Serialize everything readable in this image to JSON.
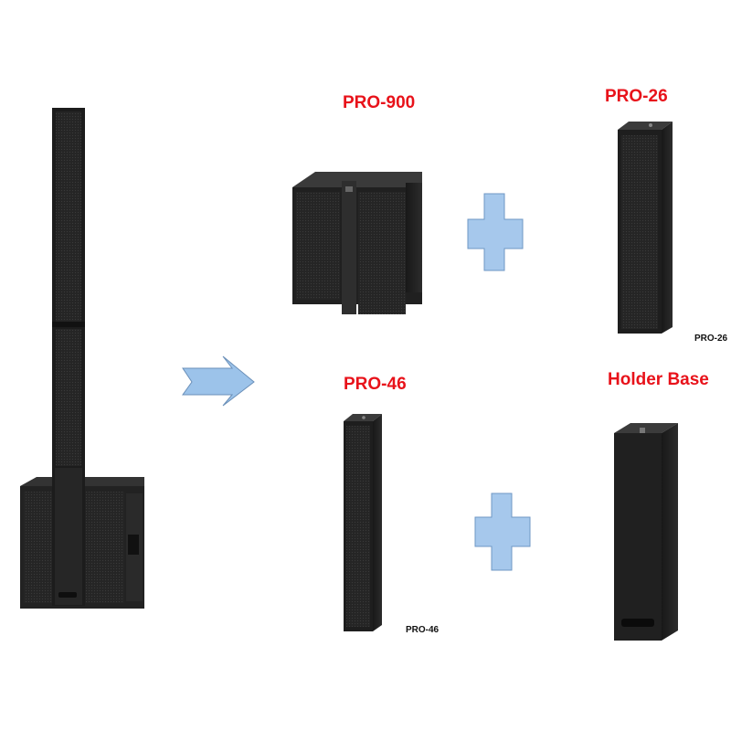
{
  "labels": {
    "pro900_title": "PRO-900",
    "pro26_title": "PRO-26",
    "pro26_tag": "PRO-26",
    "pro46_title": "PRO-46",
    "pro46_tag": "PRO-46",
    "holder_title": "Holder Base"
  },
  "colors": {
    "title_red": "#e8121a",
    "plus_fill": "#a6c8ec",
    "arrow_fill": "#9cc3ea",
    "speaker_dark": "#1f1f1f"
  },
  "icons": {
    "arrow": "right-arrow-icon",
    "plus_top": "plus-icon",
    "plus_bottom": "plus-icon"
  }
}
